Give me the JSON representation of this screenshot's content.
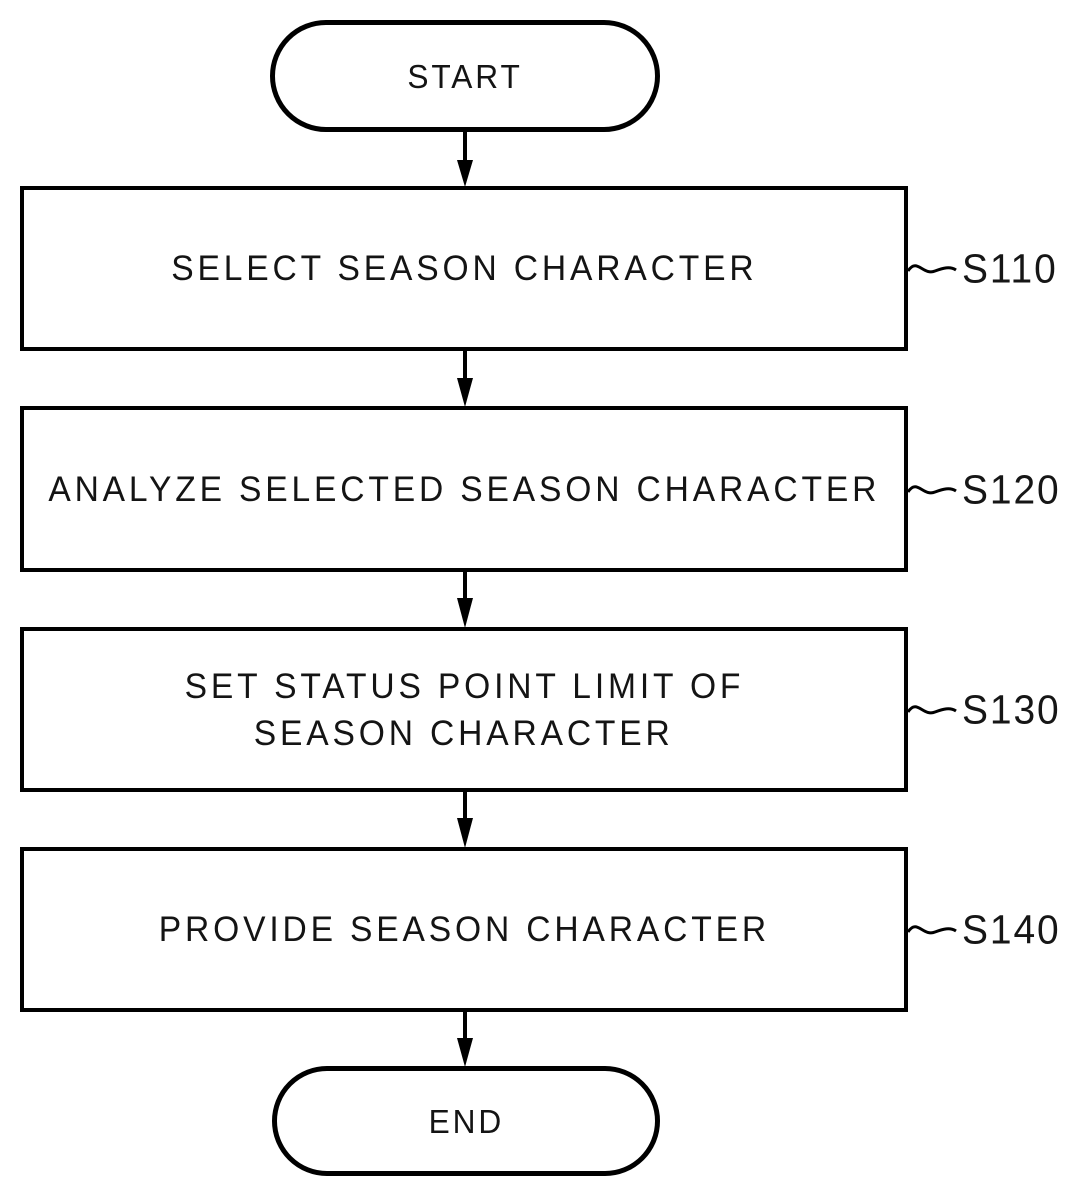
{
  "diagram": {
    "type": "flowchart",
    "background_color": "#ffffff",
    "line_color": "#000000",
    "nodes": [
      {
        "id": "start",
        "shape": "stadium",
        "lines": [
          "START"
        ]
      },
      {
        "id": "step-s110",
        "shape": "process",
        "lines": [
          "SELECT SEASON CHARACTER"
        ],
        "step_label": "S110"
      },
      {
        "id": "step-s120",
        "shape": "process",
        "lines": [
          "ANALYZE SELECTED SEASON CHARACTER"
        ],
        "step_label": "S120"
      },
      {
        "id": "step-s130",
        "shape": "process",
        "lines": [
          "SET STATUS POINT LIMIT OF",
          "SEASON CHARACTER"
        ],
        "step_label": "S130"
      },
      {
        "id": "step-s140",
        "shape": "process",
        "lines": [
          "PROVIDE SEASON CHARACTER"
        ],
        "step_label": "S140"
      },
      {
        "id": "end",
        "shape": "stadium",
        "lines": [
          "END"
        ]
      }
    ],
    "edges": [
      {
        "from": "start",
        "to": "step-s110"
      },
      {
        "from": "step-s110",
        "to": "step-s120"
      },
      {
        "from": "step-s120",
        "to": "step-s130"
      },
      {
        "from": "step-s130",
        "to": "step-s140"
      },
      {
        "from": "step-s140",
        "to": "end"
      }
    ]
  }
}
